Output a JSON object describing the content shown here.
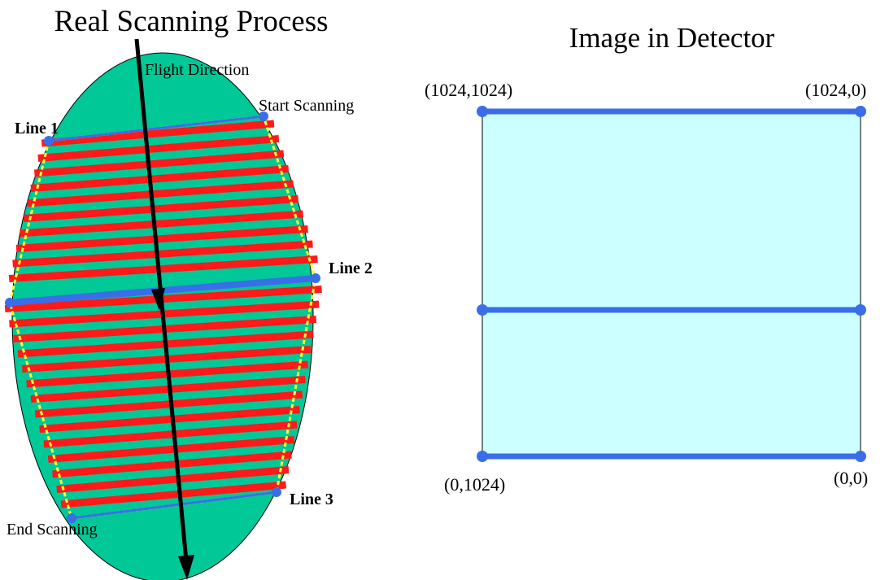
{
  "left_panel": {
    "title": "Real Scanning Process",
    "flight_direction_label": "Flight Direction",
    "start_label": "Start Scanning",
    "end_label": "End Scanning",
    "line1_label": "Line 1",
    "line2_label": "Line 2",
    "line3_label": "Line 3"
  },
  "right_panel": {
    "title": "Image in Detector",
    "corner_top_left": "(1024,1024)",
    "corner_top_right": "(1024,0)",
    "corner_bottom_left": "(0,1024)",
    "corner_bottom_right": "(0,0)"
  },
  "colors": {
    "ellipse_fill": "#00c896",
    "scan_stripe": "#ff1a1a",
    "line_blue": "#3a6ee8",
    "footprint_outline": "#ffff3a",
    "detector_fill": "#ccffff",
    "arrow": "#000000"
  }
}
